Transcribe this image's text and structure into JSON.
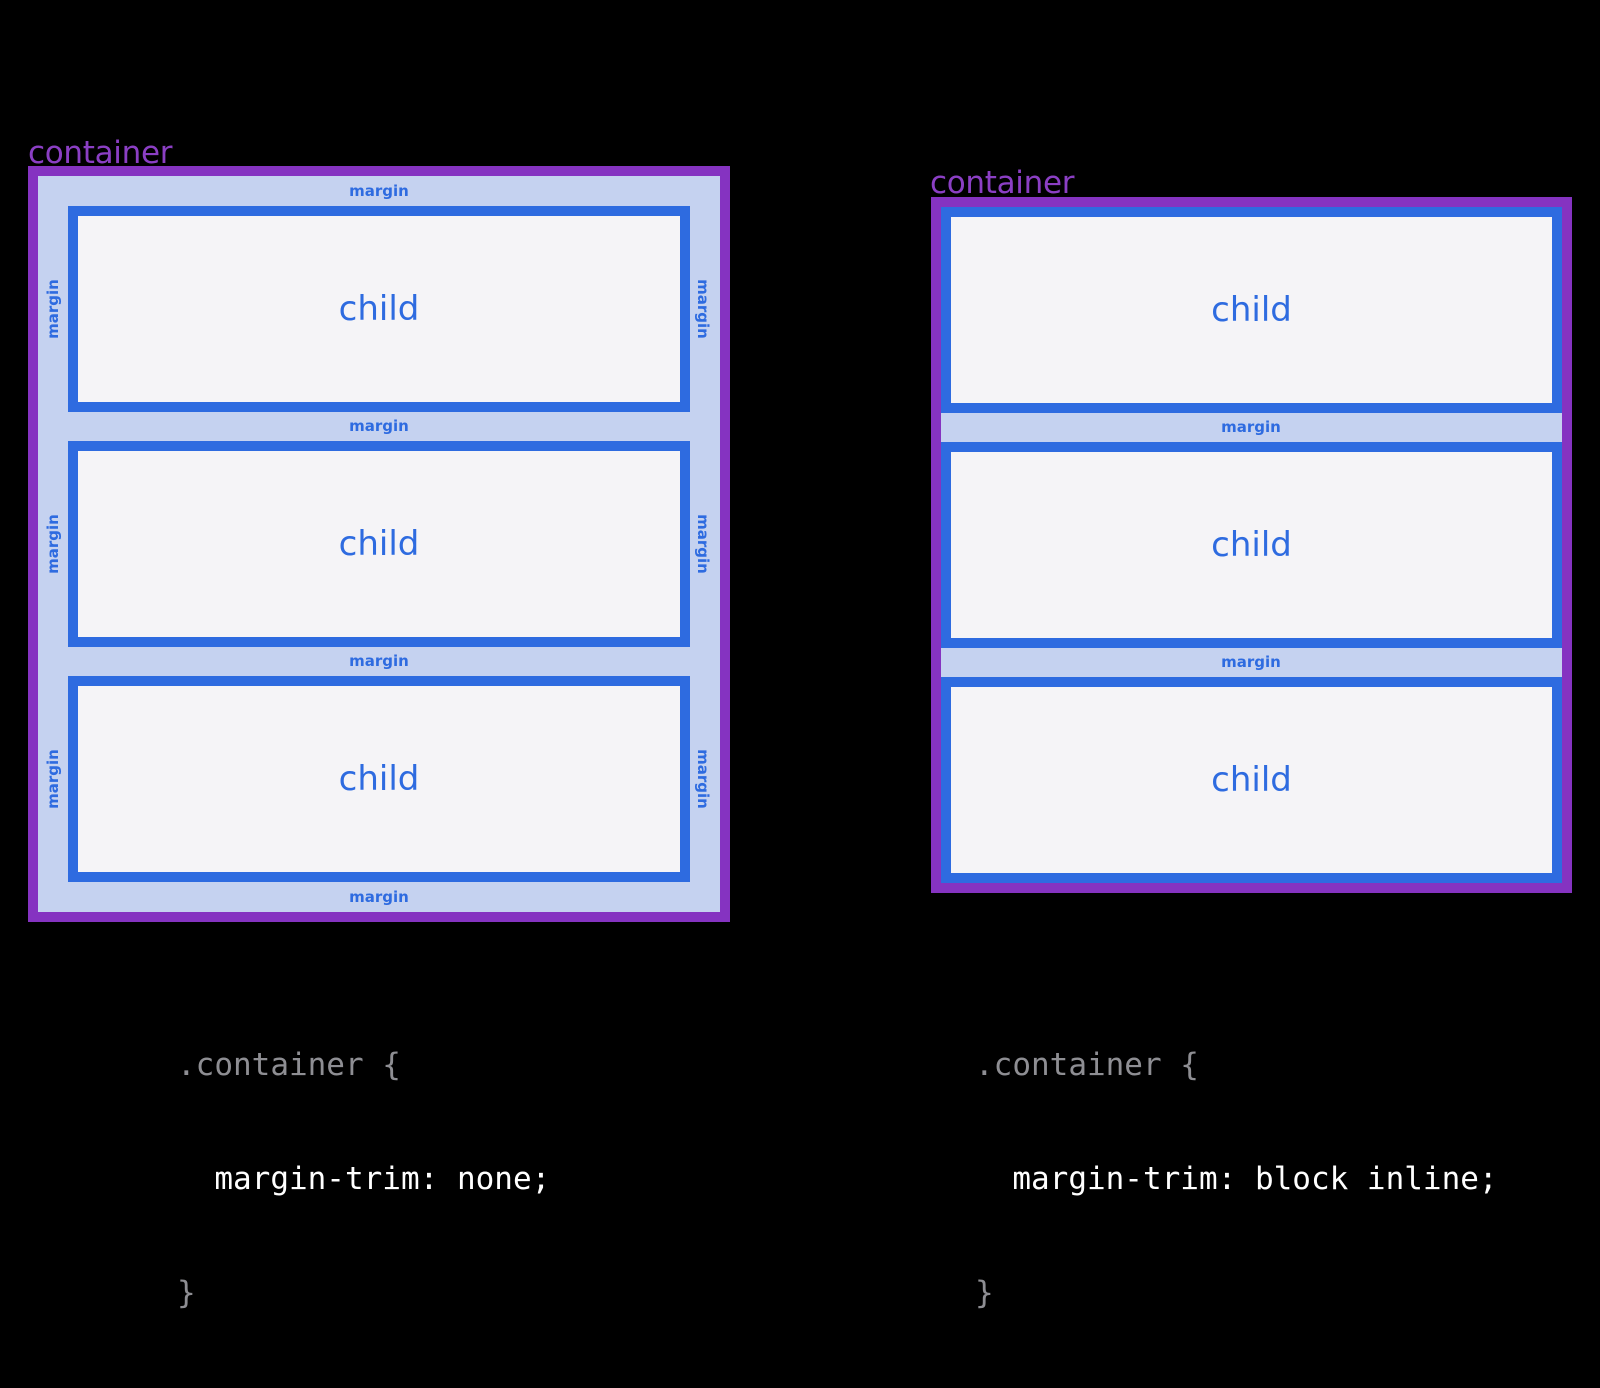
{
  "left": {
    "container_label": "container",
    "child_label": "child",
    "margin_label": "margin",
    "code": {
      "selector": ".container {",
      "declaration": "  margin-trim: none;",
      "close": "}"
    }
  },
  "right": {
    "container_label": "container",
    "child_label": "child",
    "margin_label": "margin",
    "code": {
      "selector": ".container {",
      "declaration": "  margin-trim: block inline;",
      "close": "}"
    }
  },
  "colors": {
    "background": "#000000",
    "container_border": "#8533c1",
    "container_label": "#8b3fc4",
    "margin_fill": "#c5d2f0",
    "child_border": "#2e6be0",
    "child_fill": "#f5f4f7",
    "code_dim": "#8e8e93",
    "code_bright": "#ffffff"
  }
}
